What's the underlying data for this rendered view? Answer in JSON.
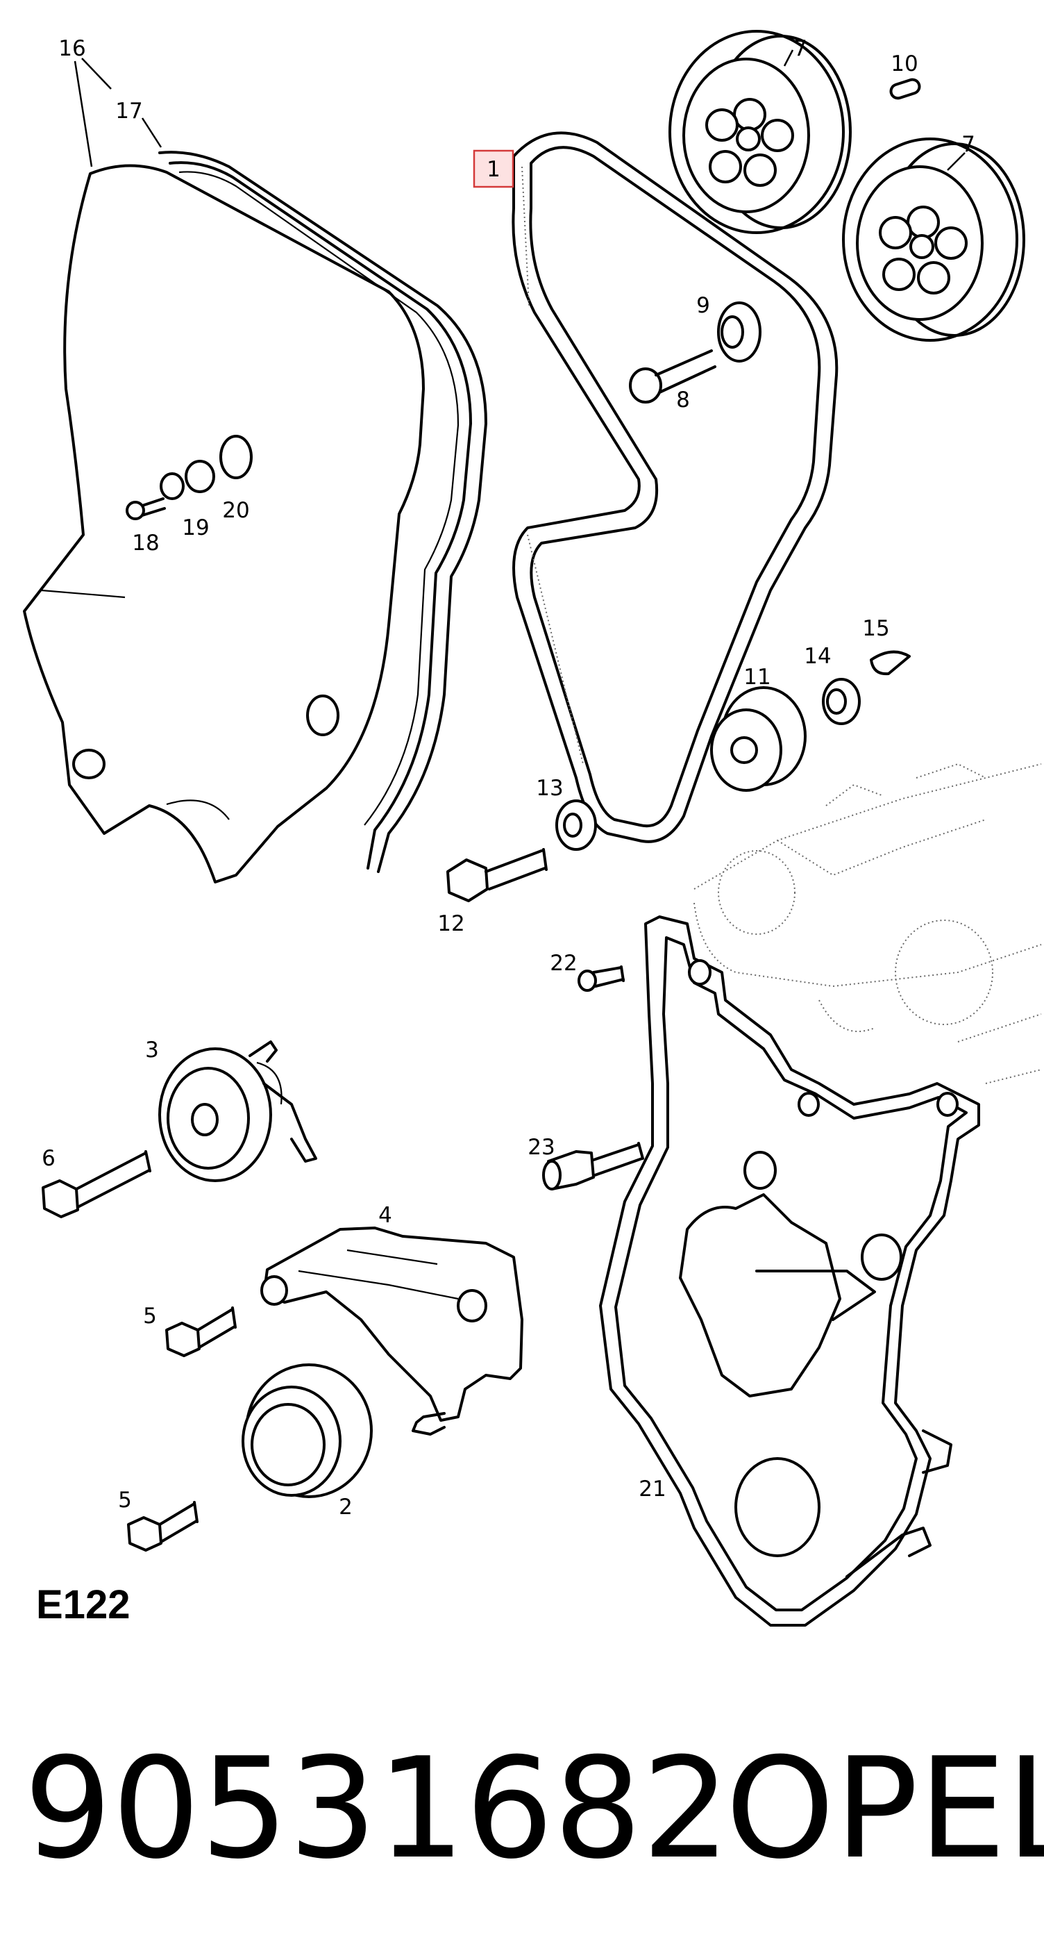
{
  "diagram": {
    "code": "E122",
    "highlighted_callout": "1",
    "callouts": [
      "1",
      "2",
      "3",
      "4",
      "5",
      "5",
      "6",
      "7",
      "7",
      "8",
      "9",
      "10",
      "11",
      "12",
      "13",
      "14",
      "15",
      "16",
      "17",
      "18",
      "19",
      "20",
      "21",
      "22",
      "23"
    ]
  },
  "footer": {
    "part_number": "90531682",
    "brand": "OPEL"
  }
}
